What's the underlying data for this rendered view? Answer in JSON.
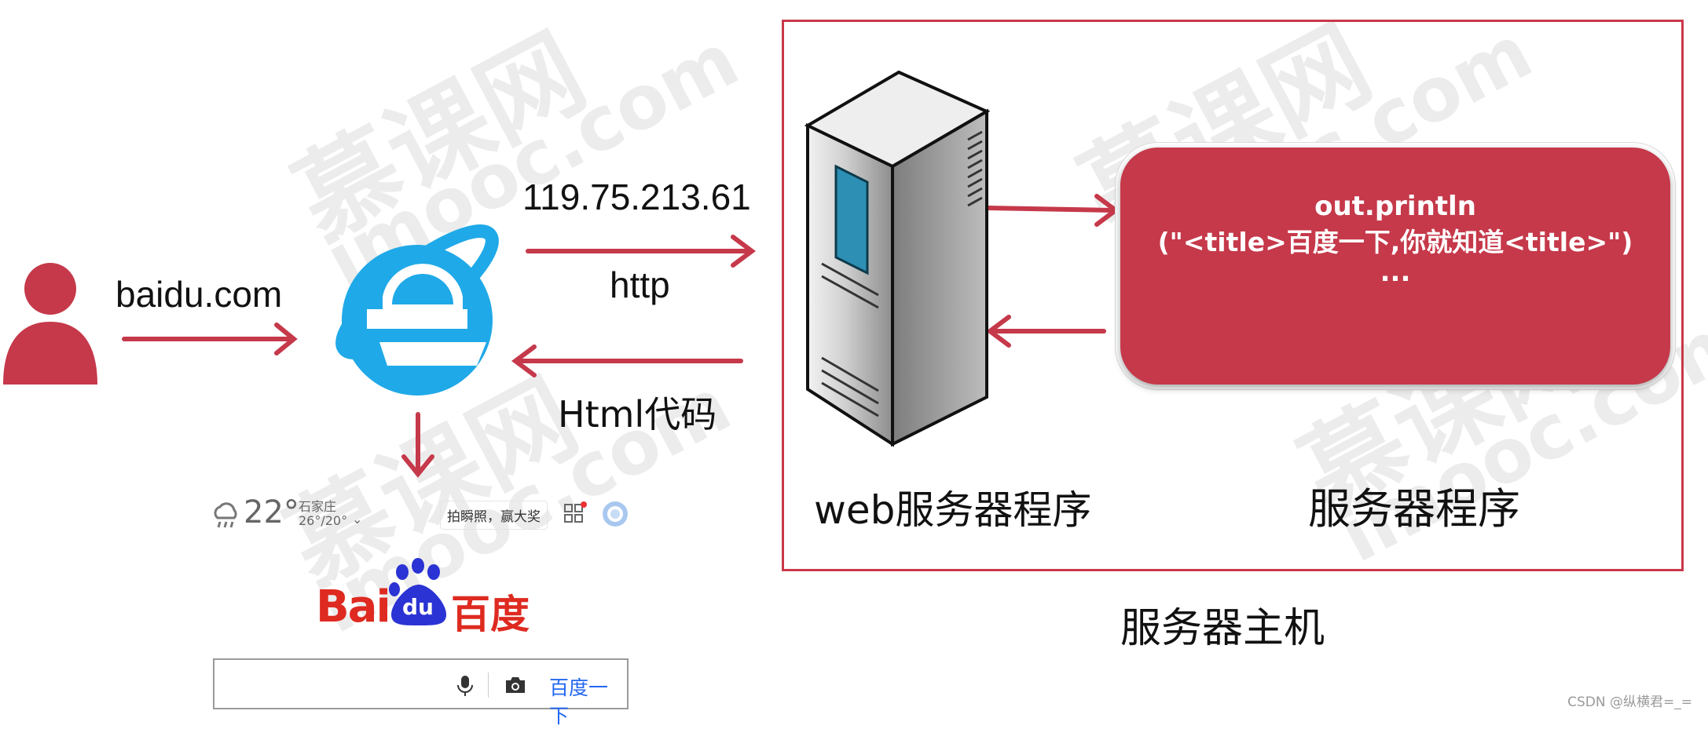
{
  "watermark": {
    "brand_cn": "慕课网",
    "brand_en": "imooc.com"
  },
  "user": {
    "domain_label": "baidu.com"
  },
  "request": {
    "ip_label": "119.75.213.61",
    "protocol_label": "http"
  },
  "response": {
    "label": "Html代码"
  },
  "server_host": {
    "web_server_label": "web服务器程序",
    "server_program_label": "服务器程序",
    "host_label": "服务器主机"
  },
  "code_box": {
    "line1": "out.println",
    "line2": "(\"<title>百度一下,你就知道<title>\")",
    "line3": "..."
  },
  "baidu_page": {
    "temperature": "22°",
    "city": "石家庄",
    "temp_range": "26°/20°",
    "promo": "拍瞬照，赢大奖",
    "logo_bai": "Bai",
    "logo_du": "du",
    "logo_cn": "百度",
    "search_button": "百度一下"
  },
  "colors": {
    "accent_red": "#c5394a",
    "ie_blue": "#1fa9e8",
    "baidu_blue": "#2468f2",
    "baidu_red": "#de2a20"
  },
  "footer": {
    "credit": "CSDN @纵横君=_="
  }
}
